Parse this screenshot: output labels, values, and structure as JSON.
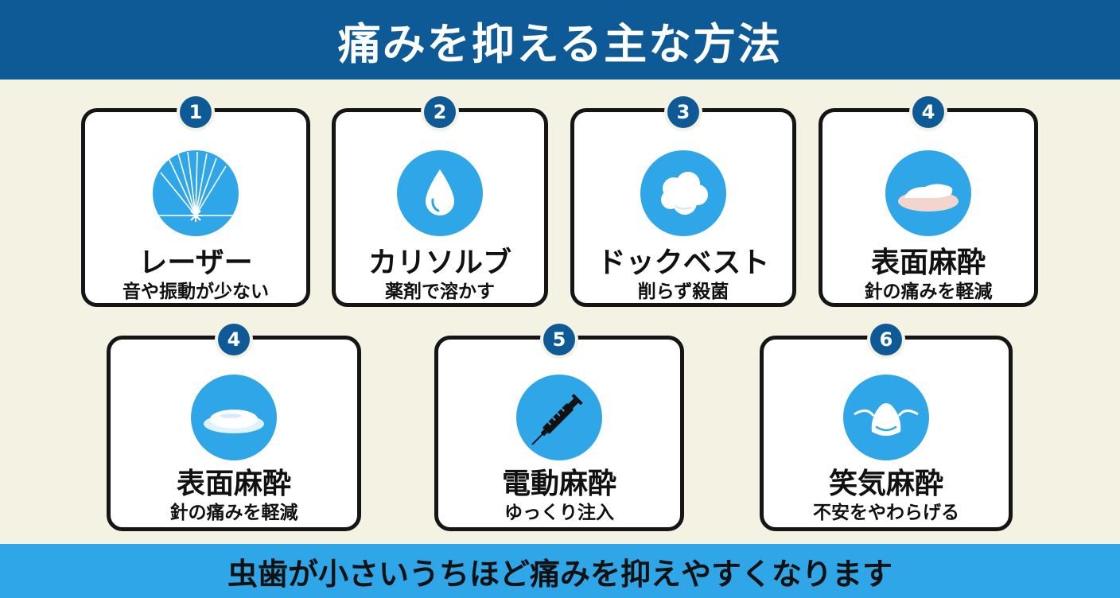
{
  "header": {
    "title": "痛みを抑える主な方法"
  },
  "footer": {
    "text": "虫歯が小さいうちほど痛みを抑えやすくなります"
  },
  "cards": [
    {
      "number": "1",
      "title": "レーザー",
      "subtitle": "音や振動が少ない",
      "icon": "laser-icon"
    },
    {
      "number": "2",
      "title": "カリソルブ",
      "subtitle": "薬剤で溶かす",
      "icon": "drop-icon"
    },
    {
      "number": "3",
      "title": "ドックベスト",
      "subtitle": "削らず殺菌",
      "icon": "cotton-icon"
    },
    {
      "number": "4",
      "title": "表面麻酔",
      "subtitle": "針の痛みを軽減",
      "icon": "gel-icon"
    },
    {
      "number": "4",
      "title": "表面麻酔",
      "subtitle": "針の痛みを軽減",
      "icon": "gel-pad-icon"
    },
    {
      "number": "5",
      "title": "電動麻酔",
      "subtitle": "ゆっくり注入",
      "icon": "syringe-icon"
    },
    {
      "number": "6",
      "title": "笑気麻酔",
      "subtitle": "不安をやわらげる",
      "icon": "nasal-mask-icon"
    }
  ],
  "colors": {
    "header_bg": "#0e5a96",
    "footer_bg": "#2fa6e8",
    "icon_bg": "#2fa6e8",
    "badge_bg": "#0e5a96",
    "page_bg": "#f3f2e3"
  }
}
